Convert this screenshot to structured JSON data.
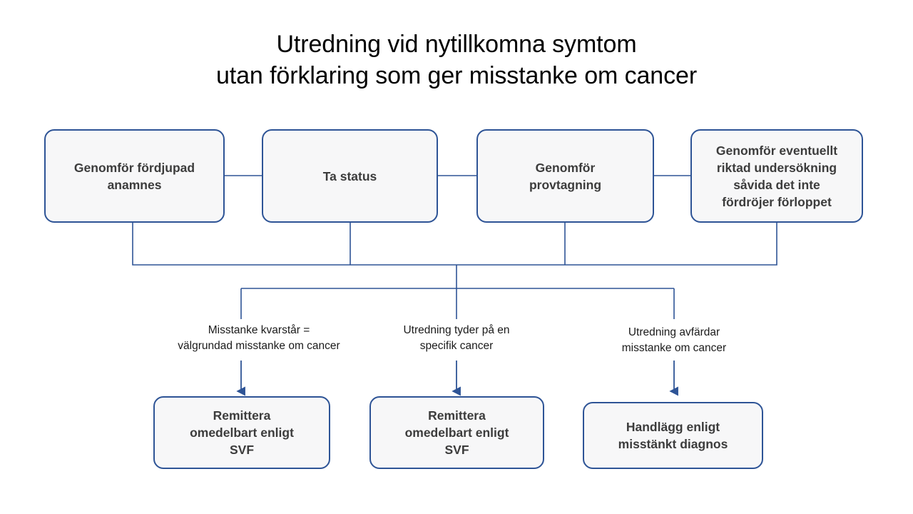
{
  "diagram": {
    "title": "Utredning vid nytillkomna symtom\nutan förklaring som ger misstanke om cancer",
    "colors": {
      "node_border": "#2E5496",
      "node_fill": "#F7F7F8",
      "connector": "#2E5496",
      "node_text": "#3C3C3C",
      "label_text": "#1A1A1A",
      "title_text": "#000000",
      "background": "#FFFFFF"
    },
    "top_row": [
      {
        "id": "node-anamnes",
        "label": "Genomför fördjupad\nanamnes"
      },
      {
        "id": "node-status",
        "label": "Ta status"
      },
      {
        "id": "node-provtagning",
        "label": "Genomför\nprovtagning"
      },
      {
        "id": "node-undersokning",
        "label": "Genomför eventuellt\nriktad undersökning\nsåvida det inte\nfördröjer förloppet"
      }
    ],
    "branch_labels": [
      {
        "id": "label-kvarstar",
        "text": "Misstanke kvarstår =\nvälgrundad misstanke om cancer"
      },
      {
        "id": "label-specifik",
        "text": "Utredning tyder på en\nspecifik cancer"
      },
      {
        "id": "label-avfardar",
        "text": "Utredning avfärdar\nmisstanke om cancer"
      }
    ],
    "bottom_row": [
      {
        "id": "node-remittera-1",
        "label": "Remittera\nomedelbart enligt\nSVF"
      },
      {
        "id": "node-remittera-2",
        "label": "Remittera\nomedelbart enligt\nSVF"
      },
      {
        "id": "node-handlagg",
        "label": "Handlägg enligt\nmisstänkt diagnos"
      }
    ]
  }
}
